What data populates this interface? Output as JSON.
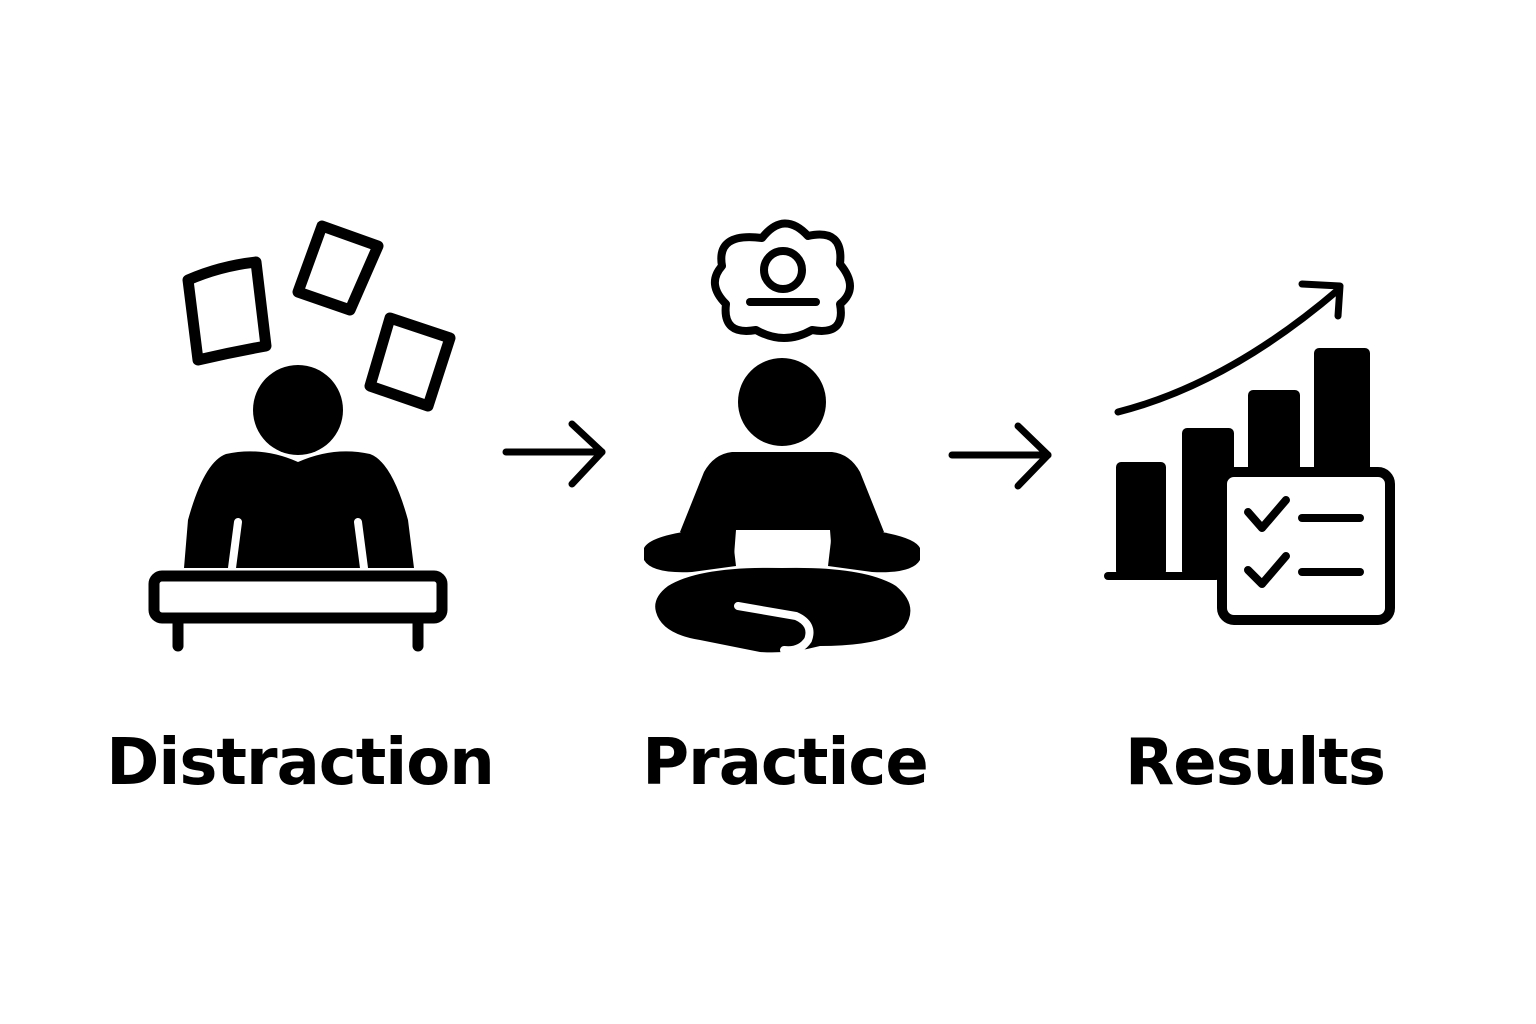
{
  "stages": [
    {
      "label": "Distraction",
      "icon": "distracted-person-at-desk-icon"
    },
    {
      "label": "Practice",
      "icon": "meditating-person-icon"
    },
    {
      "label": "Results",
      "icon": "growth-chart-checklist-icon"
    }
  ],
  "connectors": [
    "right-arrow-icon",
    "right-arrow-icon"
  ],
  "colors": {
    "ink": "#000000",
    "background": "#ffffff"
  }
}
